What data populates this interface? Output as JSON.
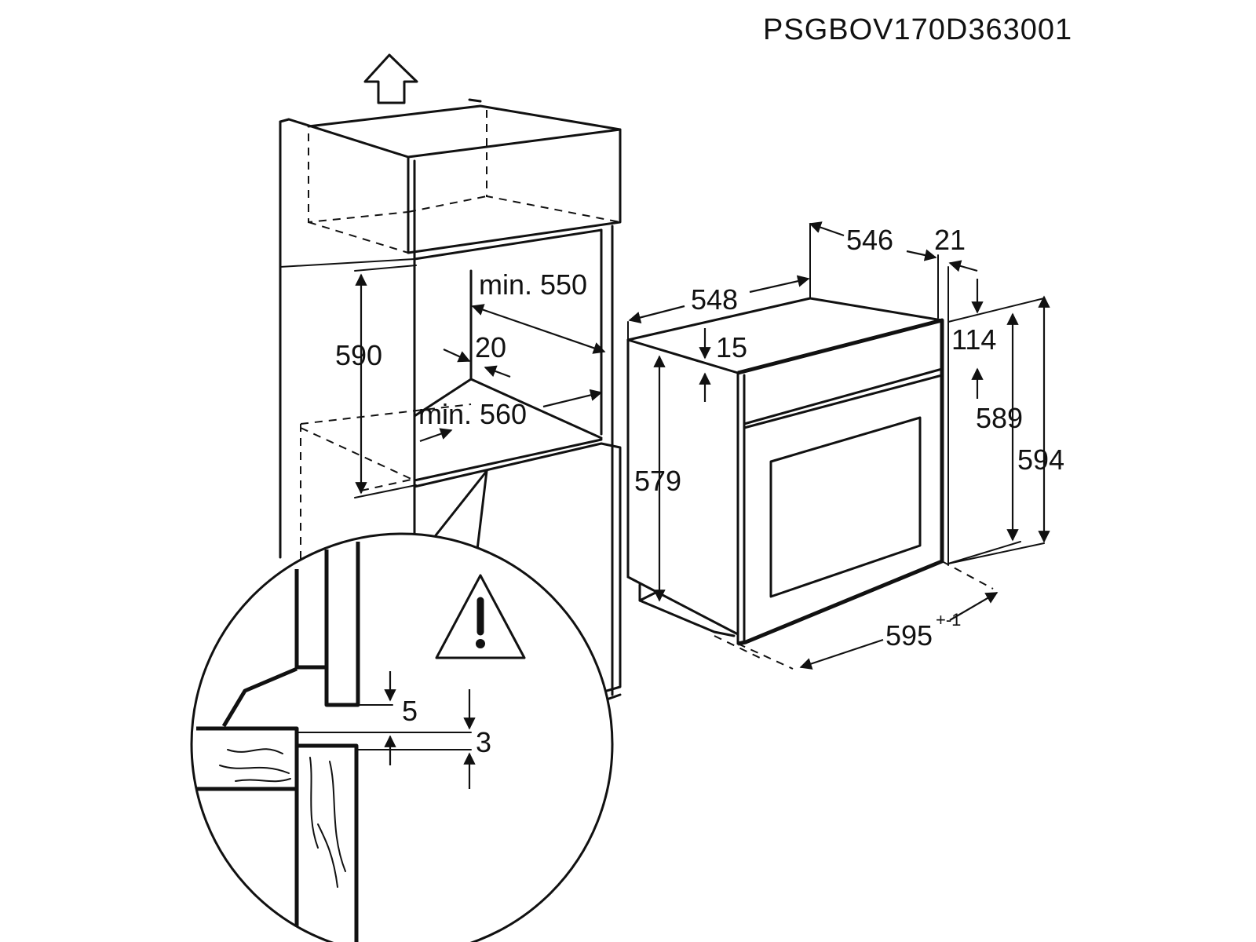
{
  "model_code": "PSGBOV170D363001",
  "labels": {
    "min_550": "min. 550",
    "d_590": "590",
    "d_20": "20",
    "min_560": "min. 560",
    "d_546": "546",
    "d_21": "21",
    "d_548": "548",
    "d_15": "15",
    "d_114": "114",
    "d_589": "589",
    "d_594": "594",
    "d_579": "579",
    "d_595": "595",
    "d_595_tol": "+-1",
    "d_5": "5",
    "d_3": "3"
  },
  "icons": {
    "warning": "warning-triangle-icon",
    "ventilation": "upward-arrow-icon"
  }
}
